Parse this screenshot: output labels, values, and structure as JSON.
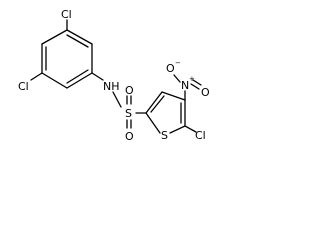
{
  "structure": {
    "atoms": {
      "cl_top": "Cl",
      "cl_left": "Cl",
      "nh": "NH",
      "s_sulfonyl": "S",
      "o_upper": "O",
      "o_lower": "O",
      "s_ring": "S",
      "cl_ring": "Cl",
      "n_nitro": "N",
      "n_charge": "+",
      "o_nitro_minus": "O",
      "o_charge": "−",
      "o_nitro": "O"
    }
  }
}
